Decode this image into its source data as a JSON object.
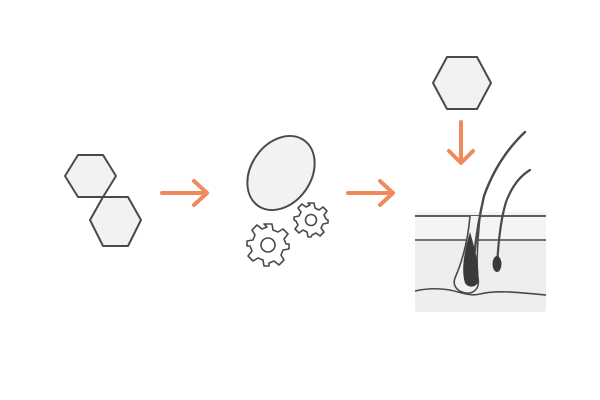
{
  "diagram": {
    "colors": {
      "stroke": "#4a4a4a",
      "fill": "#f2f2f2",
      "arrow": "#f08a5d",
      "hair": "#3a3a3a",
      "background": "#ffffff"
    },
    "stages": [
      {
        "id": "molecule-pair",
        "icon": "hexagon-pair-icon"
      },
      {
        "id": "cell-with-gears",
        "icon": "gear-icon"
      },
      {
        "id": "skin-hair-follicle",
        "icon": "hair-follicle-icon"
      }
    ],
    "flow_arrows": [
      {
        "from": "molecule-pair",
        "to": "cell-with-gears",
        "icon": "arrow-right-icon"
      },
      {
        "from": "cell-with-gears",
        "to": "skin-hair-follicle",
        "icon": "arrow-right-icon"
      },
      {
        "from": "single-molecule",
        "to": "skin-hair-follicle",
        "icon": "arrow-down-icon"
      }
    ],
    "single_molecule": {
      "icon": "hexagon-icon"
    }
  }
}
